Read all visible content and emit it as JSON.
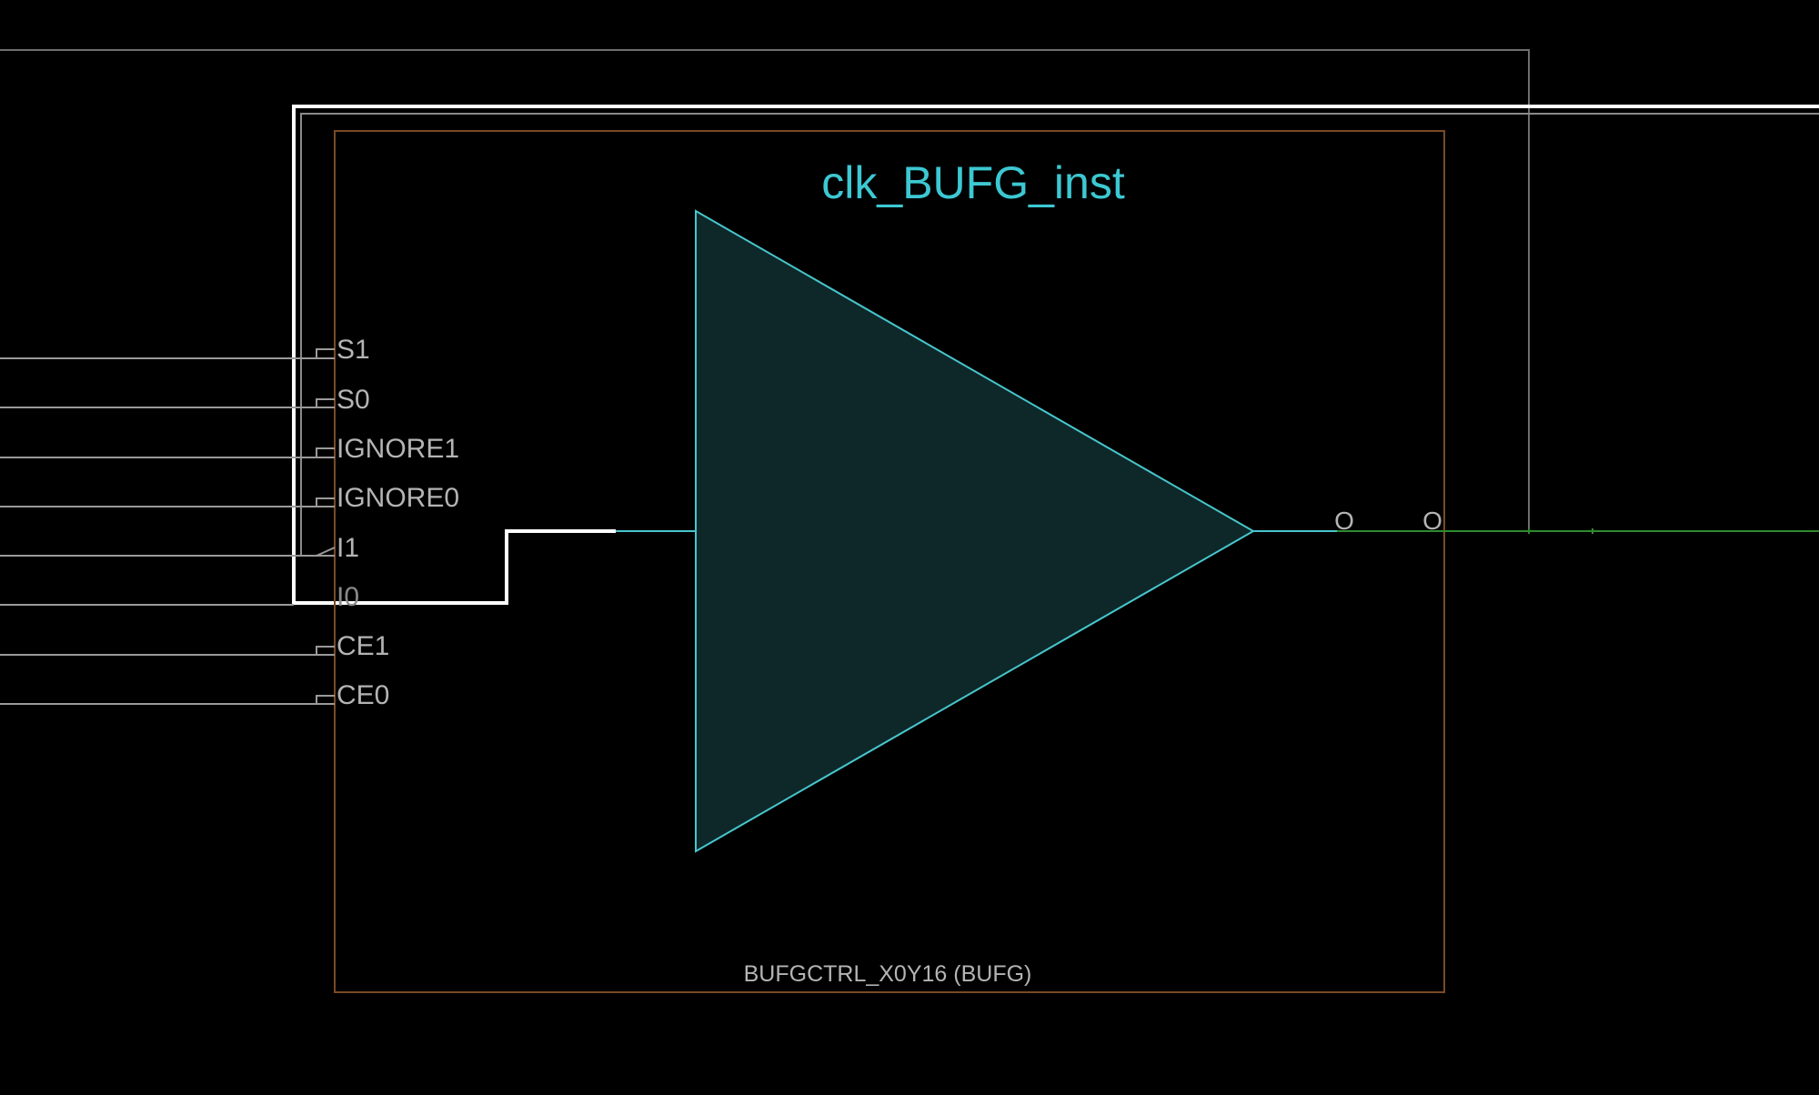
{
  "cell": {
    "name": "clk_BUFG_inst",
    "site": "BUFGCTRL_X0Y16 (BUFG)"
  },
  "input_pins": [
    {
      "label": "S1"
    },
    {
      "label": "S0"
    },
    {
      "label": "IGNORE1"
    },
    {
      "label": "IGNORE0"
    },
    {
      "label": "I1"
    },
    {
      "label": "I0"
    },
    {
      "label": "CE1"
    },
    {
      "label": "CE0"
    }
  ],
  "output_pin": {
    "label": "O"
  },
  "output_net_label": {
    "label": "O"
  },
  "colors": {
    "background": "#000000",
    "cell_title": "#3cc8d2",
    "buffer_fill": "#0e282a",
    "buffer_stroke": "#47c6cc",
    "cell_border": "#7a4a25",
    "pin_text": "#b4b4b4",
    "wire": "#9a9a9a",
    "highlighted_net": "#ffffff",
    "output_net": "#2e8b2e"
  }
}
